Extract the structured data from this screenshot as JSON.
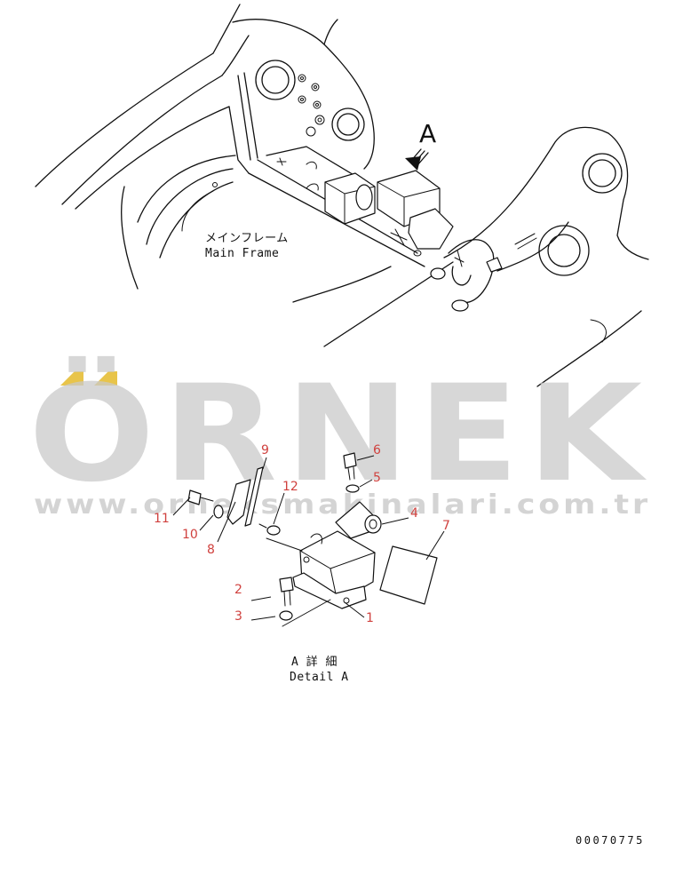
{
  "main_frame_label": {
    "jp": "メインフレーム",
    "en": "Main Frame"
  },
  "view_arrow_label": "A",
  "detail_label": {
    "jp": "A 詳 細",
    "en": "Detail A"
  },
  "drawing_number": "00070775",
  "watermark": {
    "brand": "ÖRNEK",
    "url": "www.orneksmakinalari.com.tr",
    "brand_color": "#c9c9c9",
    "accent_color": "#e8c44a"
  },
  "callout_color": "#d0413e",
  "callouts": {
    "c1": "1",
    "c2": "2",
    "c3": "3",
    "c4": "4",
    "c5": "5",
    "c6": "6",
    "c7": "7",
    "c8": "8",
    "c9": "9",
    "c10": "10",
    "c11": "11",
    "c12": "12"
  }
}
